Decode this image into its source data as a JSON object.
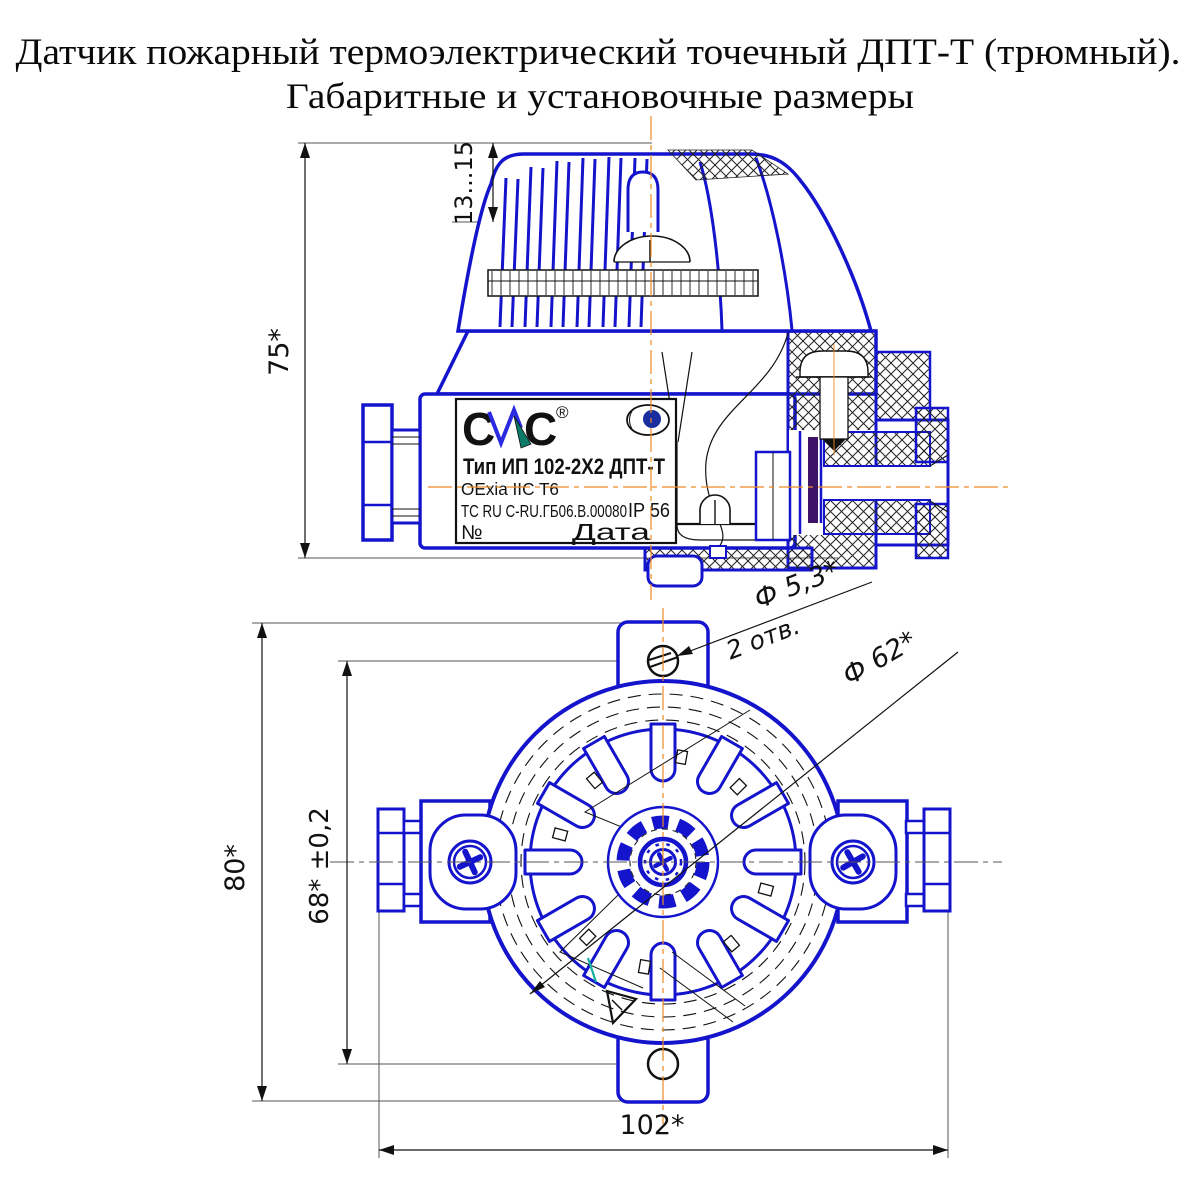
{
  "title": {
    "line1": "Датчик пожарный термоэлектрический точечный ДПТ-Т (трюмный).",
    "line2": "Габаритные и установочные размеры"
  },
  "side_view": {
    "dims": {
      "overall_height": "75*",
      "fin_height": "13...15"
    },
    "nameplate": {
      "logo_c1": "С",
      "logo_c2": "С",
      "logo_reg": "®",
      "type_line": "Тип ИП 102-2Х2 ДПТ-Т",
      "ex_marking": "OExia IIC T6",
      "certificate": "TC RU C-RU.ГБ06.В.00080",
      "ip_rating": "IP 56",
      "serial_label": "№",
      "date_label": "Дата"
    }
  },
  "plan_view": {
    "dims": {
      "flange_span": "80*",
      "mounting_holes_span": "68* ±0,2",
      "overall_width": "102*"
    },
    "leaders": {
      "mounting_hole_dia": "Ф 5,3*",
      "mounting_hole_count": "2 отв.",
      "body_dia": "Ф 62*"
    }
  },
  "colors": {
    "outline_blue": "#1414cc",
    "centerline_orange": "#ee8a22",
    "detail_black": "#111111",
    "logo_teal": "#0c7a68",
    "gland_purple": "#3c1366",
    "thin_gray": "#555555"
  }
}
